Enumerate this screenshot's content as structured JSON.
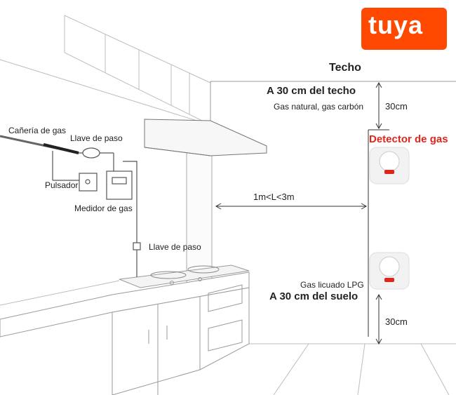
{
  "brand": {
    "logo_text": "tuya",
    "color": "#ff4800"
  },
  "labels": {
    "ceiling": "Techo",
    "from_ceiling": "A 30 cm del techo",
    "gas_types_top": "Gas natural, gas carbón",
    "dist_top": "30cm",
    "detector": "Detector de gas",
    "distance": "1m<L<3m",
    "gas_pipe": "Cañería de gas",
    "valve_top": "Llave de paso",
    "button": "Pulsador",
    "meter": "Medidor de gas",
    "valve_bottom": "Llave de paso",
    "gas_type_bottom": "Gas licuado LPG",
    "from_floor": "A 30 cm del suelo",
    "dist_bottom": "30cm"
  },
  "colors": {
    "accent": "#e0261c",
    "line": "#555555",
    "light_line": "#b5b5b5"
  }
}
